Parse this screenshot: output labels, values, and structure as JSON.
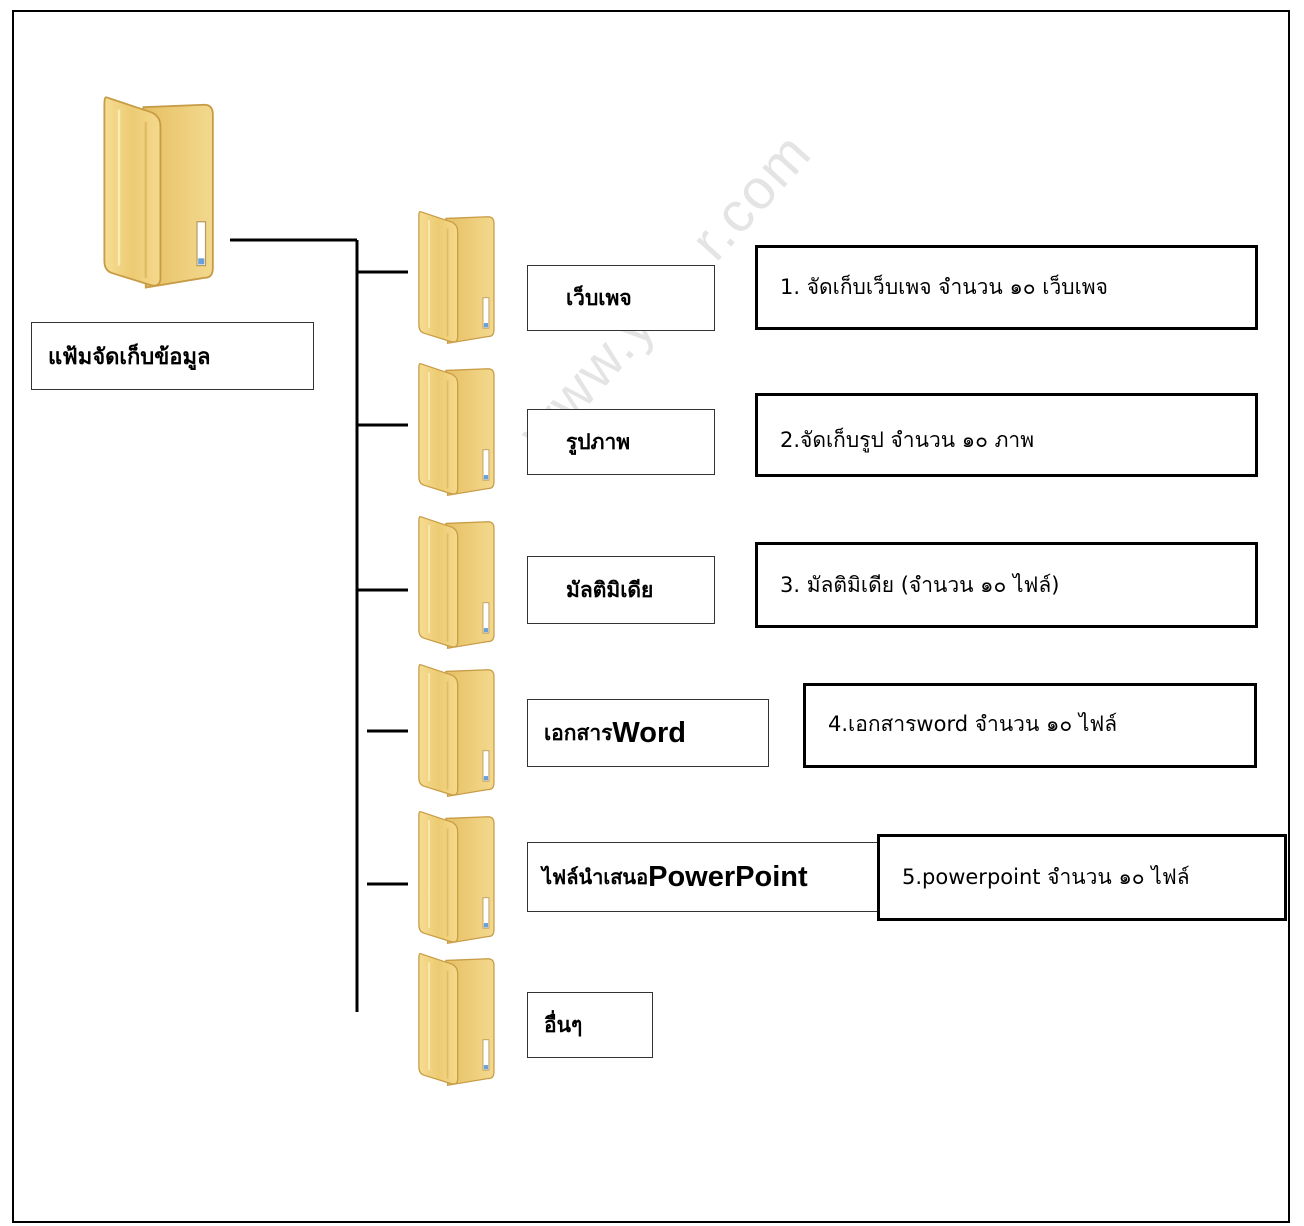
{
  "root": {
    "label": "แฟ้มจัดเก็บข้อมูล",
    "icon": "folder-icon"
  },
  "watermark": "www.yo...r.com",
  "branches": [
    {
      "label": "เว็บเพจ",
      "label_en": "",
      "description": "1. จัดเก็บเว็บเพจ จำนวน ๑๐ เว็บเพจ",
      "icon": "folder-icon"
    },
    {
      "label": "รูปภาพ",
      "label_en": "",
      "description": "2.จัดเก็บรูป จำนวน ๑๐ ภาพ",
      "icon": "folder-icon"
    },
    {
      "label": "มัลติมิเดีย",
      "label_en": "",
      "description": "3. มัลติมิเดีย (จำนวน ๑๐ ไฟล์)",
      "icon": "folder-icon"
    },
    {
      "label": "เอกสาร ",
      "label_en": "Word",
      "description": "4.เอกสารword  จำนวน ๑๐ ไฟล์",
      "icon": "folder-icon"
    },
    {
      "label": "ไฟล์นำเสนอ ",
      "label_en": "PowerPoint",
      "description": "5.powerpoint จำนวน ๑๐ ไฟล์",
      "icon": "folder-icon"
    },
    {
      "label": "อื่นๆ",
      "label_en": "",
      "description": "",
      "icon": "folder-icon"
    }
  ],
  "colors": {
    "folder_front": "#f2d27e",
    "folder_back": "#e2b85a",
    "folder_edge": "#c9a24e",
    "line": "#000000"
  }
}
